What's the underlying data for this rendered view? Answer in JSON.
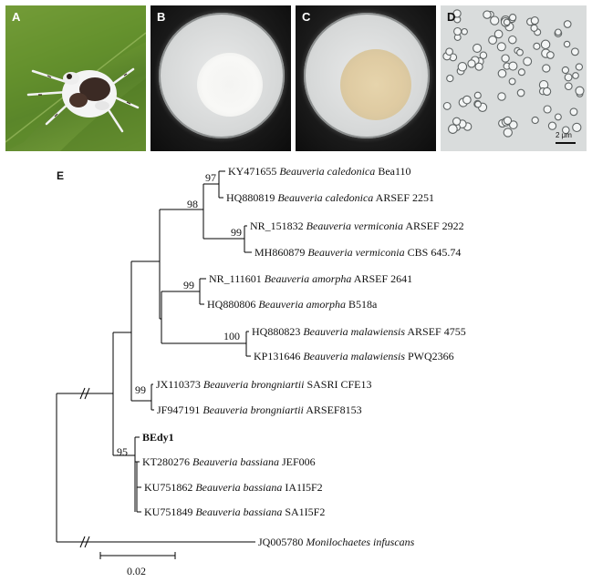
{
  "panels": {
    "a": {
      "label": "A"
    },
    "b": {
      "label": "B"
    },
    "c": {
      "label": "C"
    },
    "d": {
      "label": "D",
      "scale_bar": "2 μm"
    }
  },
  "tree": {
    "label": "E",
    "scale_bar": "0.02",
    "taxa": [
      {
        "acc": "KY471655",
        "species": "Beauveria caledonica",
        "strain": "Bea110"
      },
      {
        "acc": "HQ880819",
        "species": "Beauveria caledonica",
        "strain": "ARSEF 2251"
      },
      {
        "acc": "NR_151832",
        "species": "Beauveria vermiconia",
        "strain": "ARSEF 2922"
      },
      {
        "acc": "MH860879",
        "species": "Beauveria vermiconia",
        "strain": "CBS 645.74"
      },
      {
        "acc": "NR_111601",
        "species": "Beauveria amorpha",
        "strain": "ARSEF 2641"
      },
      {
        "acc": "HQ880806",
        "species": "Beauveria amorpha",
        "strain": "B518a"
      },
      {
        "acc": "HQ880823",
        "species": "Beauveria malawiensis",
        "strain": "ARSEF 4755"
      },
      {
        "acc": "KP131646",
        "species": "Beauveria malawiensis",
        "strain": "PWQ2366"
      },
      {
        "acc": "JX110373",
        "species": "Beauveria brongniartii",
        "strain": "SASRI CFE13"
      },
      {
        "acc": "JF947191",
        "species": "Beauveria brongniartii",
        "strain": "ARSEF8153"
      },
      {
        "acc": "BEdy1",
        "species": "",
        "strain": ""
      },
      {
        "acc": "KT280276",
        "species": "Beauveria bassiana",
        "strain": "JEF006"
      },
      {
        "acc": "KU751862",
        "species": "Beauveria bassiana",
        "strain": "IA1I5F2"
      },
      {
        "acc": "KU751849",
        "species": "Beauveria bassiana",
        "strain": "SA1I5F2"
      },
      {
        "acc": "JQ005780",
        "species": "Monilochaetes infuscans",
        "strain": ""
      }
    ],
    "bootstrap": {
      "caledonica": "97",
      "cal_verm": "98",
      "vermiconia": "99",
      "amorpha": "99",
      "malawiensis": "100",
      "brongniartii": "99",
      "bassiana": "95"
    }
  }
}
